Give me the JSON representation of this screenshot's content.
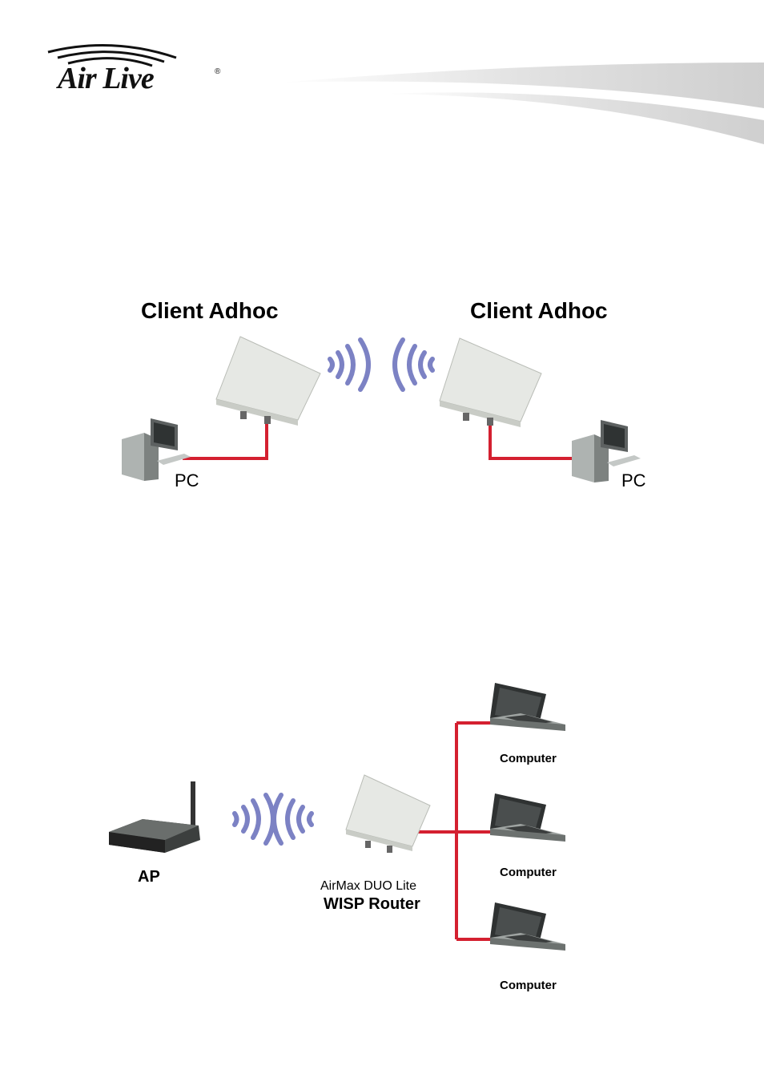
{
  "header": {
    "logo_text": "Air Live",
    "registered_mark": "®"
  },
  "diagram1": {
    "left_title": "Client Adhoc",
    "right_title": "Client Adhoc",
    "left_pc_label": "PC",
    "right_pc_label": "PC"
  },
  "diagram2": {
    "ap_label": "AP",
    "router_model": "AirMax DUO Lite",
    "router_mode": "WISP Router",
    "computers": [
      {
        "label": "Computer"
      },
      {
        "label": "Computer"
      },
      {
        "label": "Computer"
      }
    ]
  },
  "colors": {
    "cable": "#d42030",
    "wave": "#7c82c4",
    "device_body": "#e8eae6"
  }
}
